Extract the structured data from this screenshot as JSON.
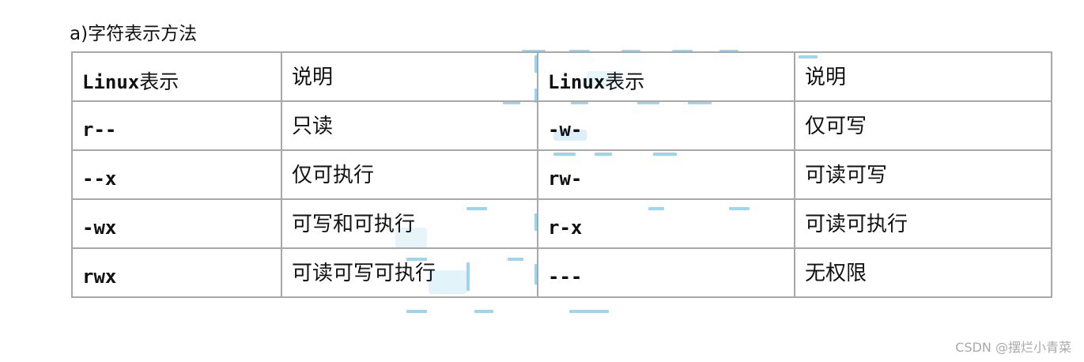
{
  "heading": "a)字符表示方法",
  "table": {
    "header": {
      "left_code": "Linux",
      "left_code_suffix": "表示",
      "left_desc": "说明",
      "right_code": "Linux",
      "right_code_suffix": "表示",
      "right_desc": "说明"
    },
    "rows": [
      {
        "left_code": "r--",
        "left_desc": "只读",
        "right_code": "-w-",
        "right_desc": "仅可写"
      },
      {
        "left_code": "--x",
        "left_desc": "仅可执行",
        "right_code": "rw-",
        "right_desc": "可读可写"
      },
      {
        "left_code": "-wx",
        "left_desc": "可写和可执行",
        "right_code": "r-x",
        "right_desc": "可读可执行"
      },
      {
        "left_code": "rwx",
        "left_desc": "可读可写可执行",
        "right_code": "---",
        "right_desc": "无权限"
      }
    ]
  },
  "watermark": "CSDN @摆烂小青菜",
  "colors": {
    "border": "#a8a8a8",
    "text": "#111111",
    "scan_artifact": "#7fc8e6",
    "watermark": "#a9a9a9"
  }
}
